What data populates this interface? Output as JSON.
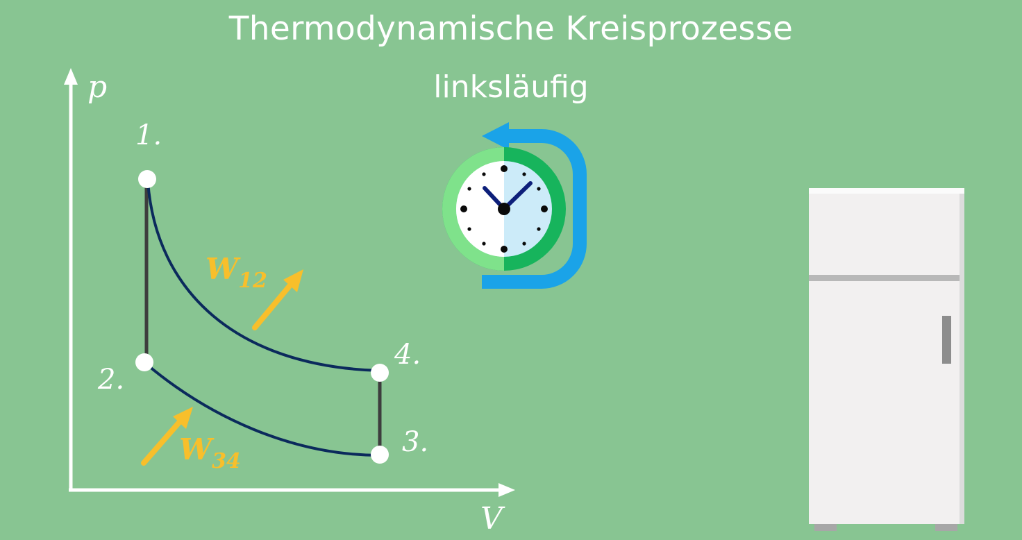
{
  "header": {
    "title": "Thermodynamische Kreisprozesse",
    "subtitle": "linksläufig"
  },
  "diagram": {
    "axis_y_label": "p",
    "axis_x_label": "V",
    "points": [
      {
        "id": "p1",
        "label": "1."
      },
      {
        "id": "p2",
        "label": "2."
      },
      {
        "id": "p3",
        "label": "3."
      },
      {
        "id": "p4",
        "label": "4."
      }
    ],
    "work_labels": [
      {
        "base": "W",
        "sub": "12"
      },
      {
        "base": "W",
        "sub": "34"
      }
    ]
  },
  "icons": {
    "clock": "counterclockwise-clock-icon",
    "refrigerator": "refrigerator-icon"
  },
  "colors": {
    "background": "#88c592",
    "curve": "#0b2a5c",
    "vertical_lines": "#3d3d3d",
    "arrows": "#f8bf2b",
    "rotation_arrow": "#1aa3e8",
    "clock_ring_outer": "#17b45c",
    "clock_ring_inner": "#7fe28b"
  }
}
